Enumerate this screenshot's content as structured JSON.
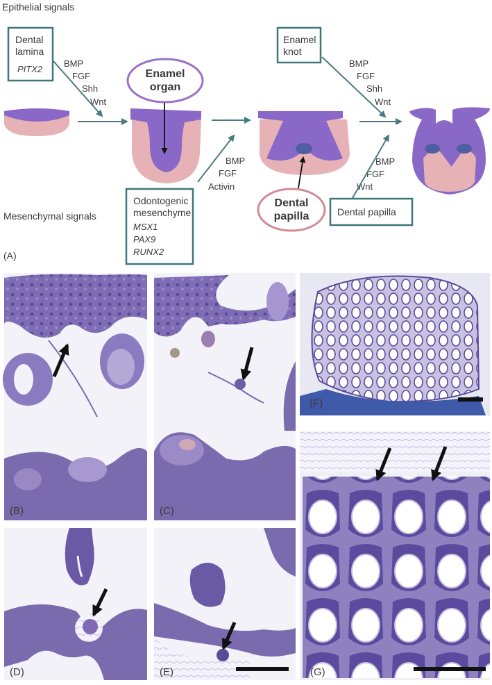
{
  "section_labels": {
    "epithelial": "Epithelial signals",
    "mesenchymal": "Mesenchymal signals"
  },
  "dental_lamina_box": {
    "title": "Dental\nlamina",
    "gene": "PITX2"
  },
  "signals_1": [
    "BMP",
    "FGF",
    "Shh",
    "Wnt"
  ],
  "enamel_organ_label": "Enamel\norgan",
  "odontogenic_box": {
    "title": "Odontogenic\nmesenchyme",
    "genes": [
      "MSX1",
      "PAX9",
      "RUNX2"
    ]
  },
  "signals_2": [
    "BMP",
    "FGF",
    "Activin"
  ],
  "dental_papilla_label": "Dental\npapilla",
  "enamel_knot_box": {
    "title": "Enamel\nknot"
  },
  "signals_3": [
    "BMP",
    "FGF",
    "Shh",
    "Wnt"
  ],
  "signals_4": [
    "BMP",
    "FGF",
    "Wnt"
  ],
  "dental_papilla_box": {
    "title": "Dental papilla"
  },
  "panel_labels": [
    "(A)",
    "(B)",
    "(C)",
    "(D)",
    "(E)",
    "(F)",
    "(G)"
  ],
  "colors": {
    "epithelium": "#8a68c8",
    "mesenchyme": "#e6b2b6",
    "box_border": "#3f7679",
    "arrow": "#4c7a80",
    "enamel_organ_ring": "#9a70c8",
    "papilla_ring": "#d48a94",
    "tissue_dark": "#6a5aa6",
    "tissue_light": "#a69acc"
  }
}
